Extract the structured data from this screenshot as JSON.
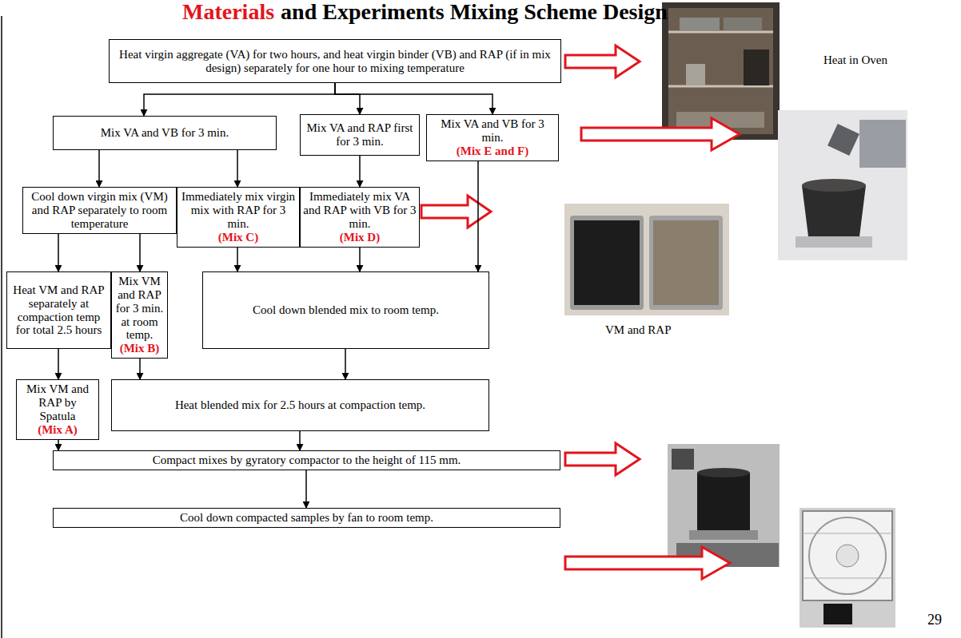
{
  "diagram": {
    "nodes": [
      {
        "text": [
          "Heat virgin aggregate (VA) for two hours, and heat virgin binder (VB) and RAP (if in mix design) separately for one hour to mixing temperature"
        ]
      },
      {
        "text": [
          "Mix VA and VB for 3 min."
        ]
      },
      {
        "text": [
          "Mix VA and RAP first for 3 min."
        ]
      },
      {
        "text": [
          "Mix VA and VB for 3 min.",
          "(Mix E and F)"
        ]
      },
      {
        "text": [
          "Cool down virgin mix (VM) and RAP separately to room temperature"
        ]
      },
      {
        "text": [
          "Immediately mix virgin mix with RAP for 3 min.",
          "(Mix C)"
        ]
      },
      {
        "text": [
          "Immediately mix VA and RAP with VB for 3 min.",
          "(Mix D)"
        ]
      },
      {
        "text": [
          "Heat VM and RAP separately at compaction temp for total 2.5 hours"
        ]
      },
      {
        "text": [
          "Mix VM and RAP for 3 min. at room temp.",
          "(Mix B)"
        ]
      },
      {
        "text": [
          "Cool down blended mix to room temp."
        ]
      },
      {
        "text": [
          "Mix VM and RAP by Spatula",
          "(Mix A)"
        ]
      },
      {
        "text": [
          "Heat blended mix for 2.5 hours at compaction temp."
        ]
      },
      {
        "text": [
          "Compact mixes by gyratory compactor to the height of 115 mm."
        ]
      },
      {
        "text": [
          "Cool down compacted samples by fan to room temp."
        ]
      }
    ],
    "edges": [
      {
        "from": 0,
        "to": 1,
        "arrow": "to"
      },
      {
        "from": 0,
        "to": 2,
        "arrow": "to"
      },
      {
        "from": 0,
        "to": 3,
        "arrow": "to"
      },
      {
        "from": 1,
        "to": 4,
        "arrow": "to"
      },
      {
        "from": 1,
        "to": 5,
        "arrow": "to"
      },
      {
        "from": 2,
        "to": 6,
        "arrow": "to"
      },
      {
        "from": 4,
        "to": 7,
        "arrow": "to"
      },
      {
        "from": 4,
        "to": 8,
        "arrow": "to"
      },
      {
        "from": 5,
        "to": 9,
        "arrow": "to"
      },
      {
        "from": 6,
        "to": 9,
        "arrow": "to"
      },
      {
        "from": 3,
        "to": 9,
        "arrow": "to"
      },
      {
        "from": 7,
        "to": 10,
        "arrow": "to"
      },
      {
        "from": 8,
        "to": 11,
        "arrow": "to"
      },
      {
        "from": 9,
        "to": 11,
        "arrow": "to"
      },
      {
        "from": 10,
        "to": 12,
        "arrow": "to"
      },
      {
        "from": 11,
        "to": 12,
        "arrow": "to"
      },
      {
        "from": 12,
        "to": 13,
        "arrow": "to"
      }
    ],
    "labels": [
      "Materials",
      "and Experiments Mixing Scheme Design",
      "Heat in Oven",
      "VM and RAP",
      "29"
    ]
  }
}
